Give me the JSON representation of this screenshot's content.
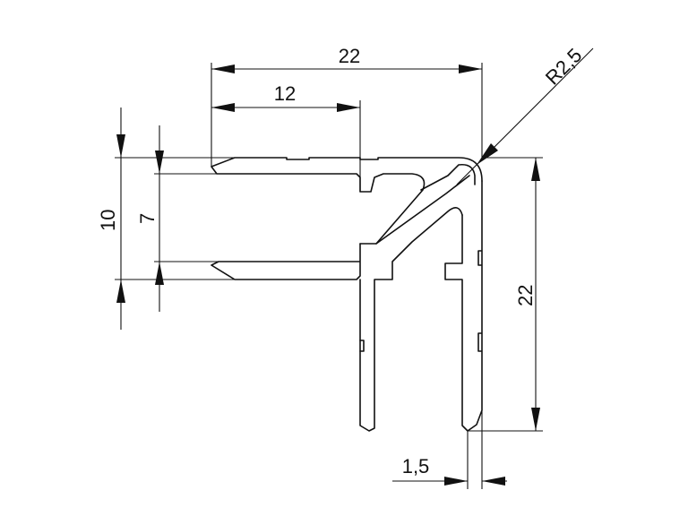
{
  "dimensions": {
    "overall_width": "22",
    "inner_width": "12",
    "radius": "R2,5",
    "outer_height": "10",
    "inner_height": "7",
    "overall_height": "22",
    "wall_thickness": "1,5"
  },
  "colors": {
    "line": "#111111",
    "background": "#ffffff"
  }
}
